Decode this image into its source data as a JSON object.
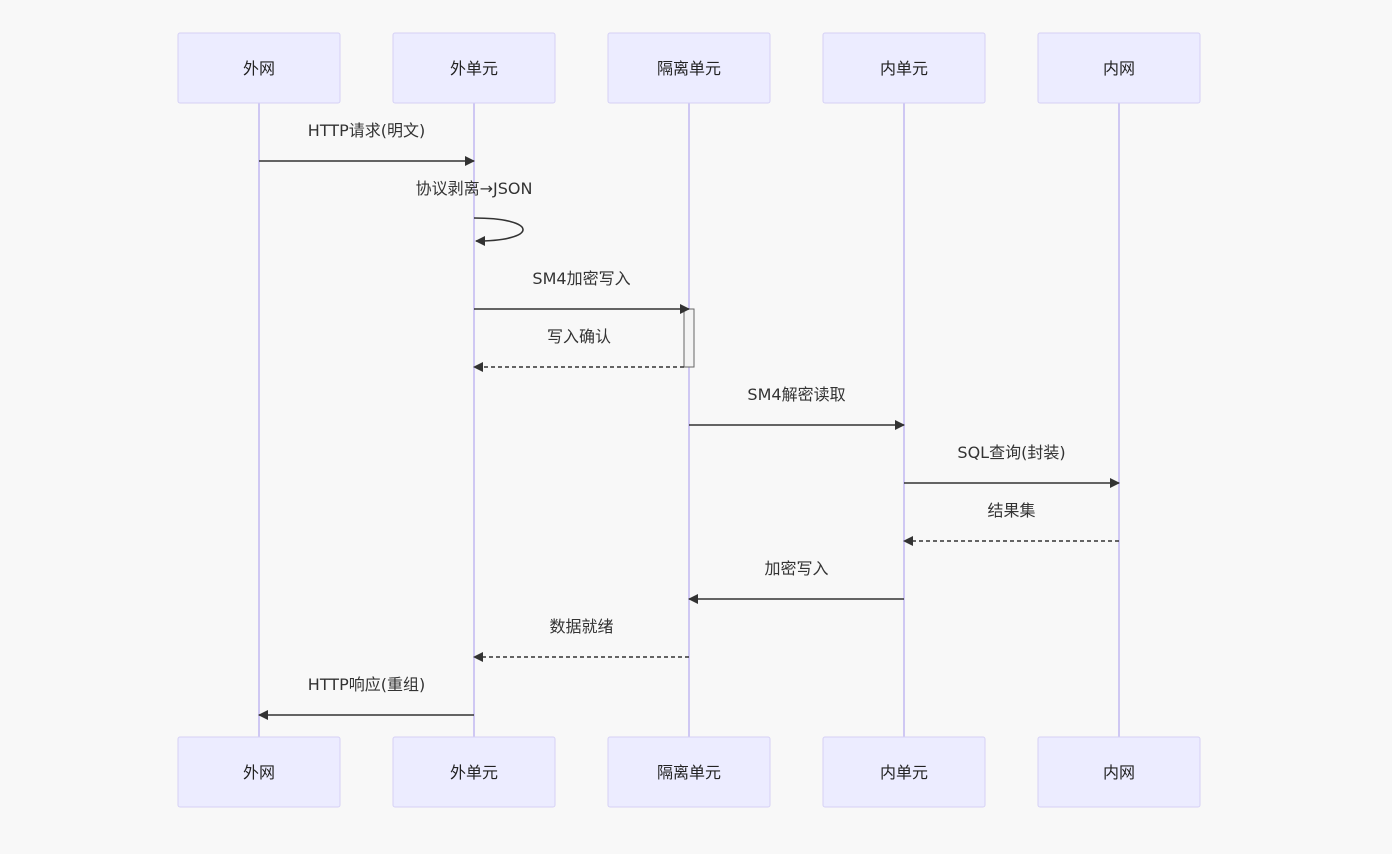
{
  "participants": [
    {
      "id": "external_network",
      "label": "外网"
    },
    {
      "id": "external_unit",
      "label": "外单元"
    },
    {
      "id": "isolation_unit",
      "label": "隔离单元"
    },
    {
      "id": "internal_unit",
      "label": "内单元"
    },
    {
      "id": "internal_network",
      "label": "内网"
    }
  ],
  "messages": [
    {
      "from": "external_network",
      "to": "external_unit",
      "label": "HTTP请求(明文)",
      "style": "solid"
    },
    {
      "from": "external_unit",
      "to": "external_unit",
      "label": "协议剥离→JSON",
      "style": "solid",
      "self": true
    },
    {
      "from": "external_unit",
      "to": "isolation_unit",
      "label": "SM4加密写入",
      "style": "solid"
    },
    {
      "from": "isolation_unit",
      "to": "external_unit",
      "label": "写入确认",
      "style": "dashed"
    },
    {
      "from": "isolation_unit",
      "to": "internal_unit",
      "label": "SM4解密读取",
      "style": "solid"
    },
    {
      "from": "internal_unit",
      "to": "internal_network",
      "label": "SQL查询(封装)",
      "style": "solid"
    },
    {
      "from": "internal_network",
      "to": "internal_unit",
      "label": "结果集",
      "style": "dashed"
    },
    {
      "from": "internal_unit",
      "to": "isolation_unit",
      "label": "加密写入",
      "style": "solid"
    },
    {
      "from": "isolation_unit",
      "to": "external_unit",
      "label": "数据就绪",
      "style": "dashed"
    },
    {
      "from": "external_unit",
      "to": "external_network",
      "label": "HTTP响应(重组)",
      "style": "solid"
    }
  ],
  "colors": {
    "background": "#f8f8f8",
    "actor_fill": "#ececff",
    "actor_stroke": "#d6d1f5",
    "lifeline": "#cfc8f3",
    "message_line": "#333333"
  }
}
